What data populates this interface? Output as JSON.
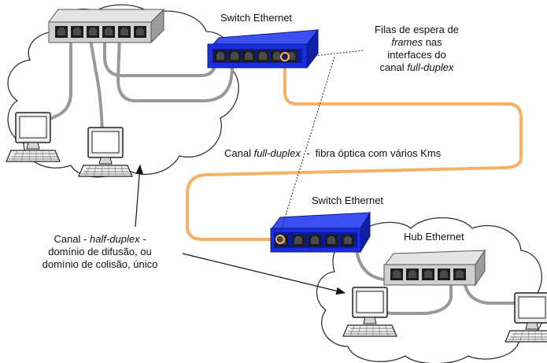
{
  "labels": {
    "switch_top": "Switch Ethernet",
    "switch_mid": "Switch Ethernet",
    "hub_bottom": "Hub Ethernet",
    "queues": {
      "line1": "Filas de espera de",
      "line2_italic": "frames",
      "line2_rest": " nas",
      "line3": "interfaces do",
      "line4_pre": "canal ",
      "line4_italic": "full-duplex"
    },
    "channel": {
      "pre": "Canal ",
      "italic": "full-duplex",
      "post": "  -  fibra óptica com vários Kms"
    },
    "halfduplex": {
      "l1_pre": "Canal - ",
      "l1_italic": "half-duplex",
      "l1_post": " -",
      "l2": "domínio de difusão, ou",
      "l3": "domínio de colisão, único"
    }
  },
  "colors": {
    "switch_blue": "#1a2ee0",
    "hub_grey": "#c9c9c9",
    "fiber_orange": "#f5b266",
    "cable_grey": "#999999",
    "cloud_stroke": "#333333"
  },
  "icons": [
    "hub-icon",
    "switch-icon",
    "computer-icon",
    "cloud-icon"
  ]
}
